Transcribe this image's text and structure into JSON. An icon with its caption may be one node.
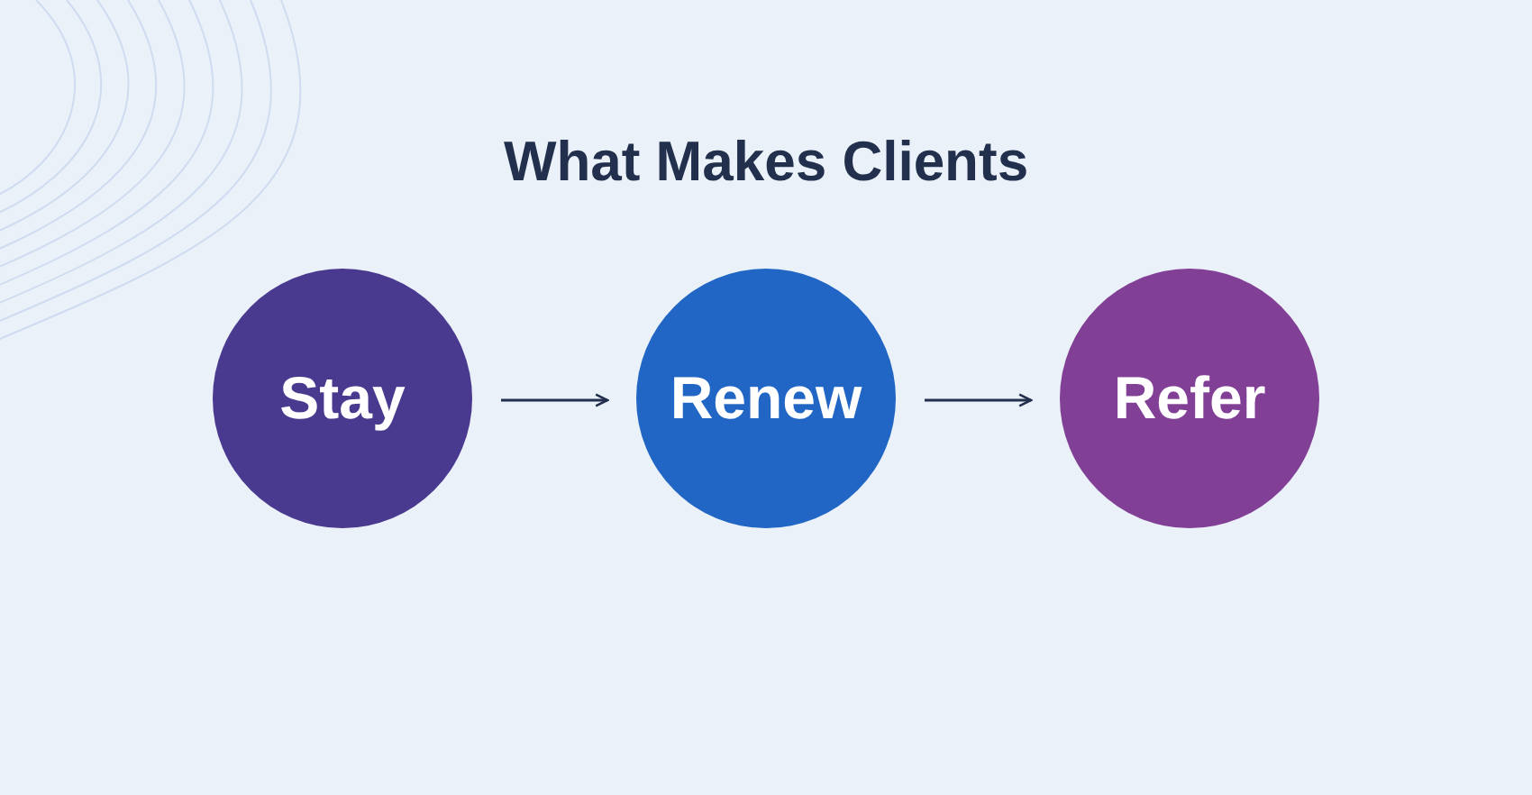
{
  "diagram": {
    "title": "What Makes Clients",
    "nodes": [
      {
        "text": [
          "Stay"
        ]
      },
      {
        "text": [
          "Renew"
        ]
      },
      {
        "text": [
          "Refer"
        ]
      }
    ],
    "edges": [
      {
        "from": 0,
        "to": 1,
        "arrow": "to"
      },
      {
        "from": 1,
        "to": 2,
        "arrow": "to"
      }
    ]
  }
}
